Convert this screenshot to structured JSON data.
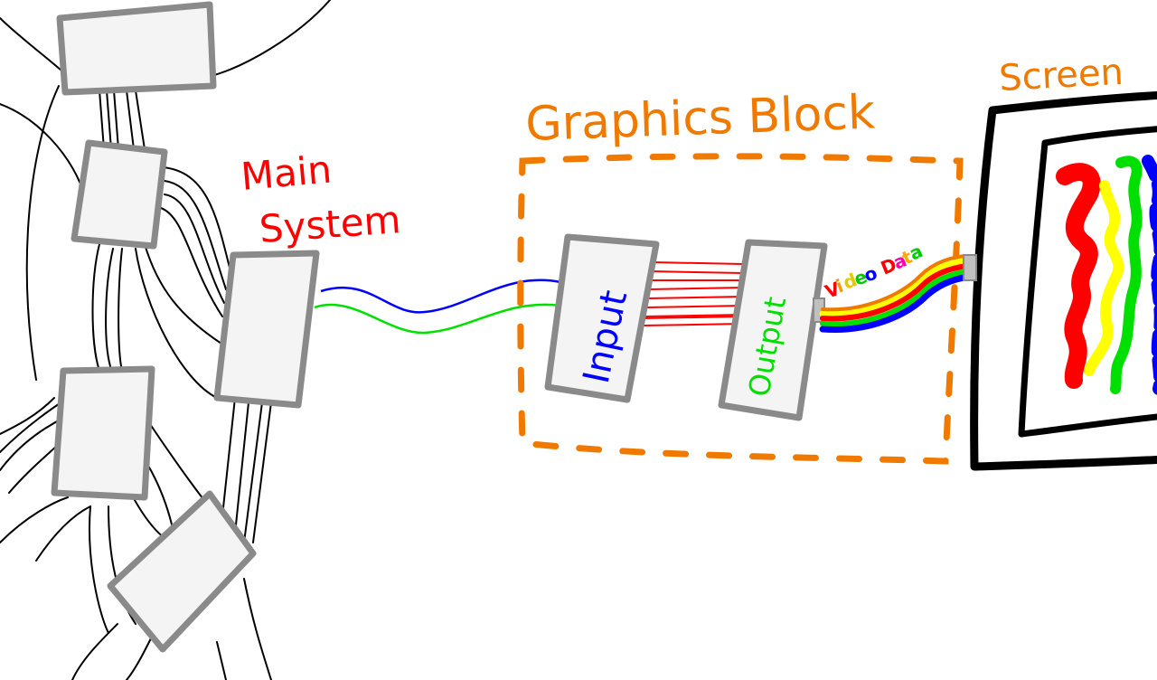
{
  "labels": {
    "main_system_line1": "Main",
    "main_system_line2": "System",
    "graphics_block": "Graphics Block",
    "screen": "Screen",
    "input": "Input",
    "output": "Output",
    "video_data": [
      "V",
      "i",
      "d",
      "e",
      "o",
      " ",
      "D",
      "a",
      "t",
      "a"
    ]
  },
  "colors": {
    "gray_box": "#8a8a8a",
    "orange": "#f07a00",
    "red": "#ff0000",
    "blue": "#0000ff",
    "green": "#00e000",
    "yellow": "#ffff00",
    "black": "#000000",
    "video_letter_colors": [
      "#ff0000",
      "#ff9900",
      "#e6c800",
      "#00cc00",
      "#0000ff",
      "#000000",
      "#ff0000",
      "#ff00aa",
      "#ffaa00",
      "#00cc00"
    ]
  }
}
